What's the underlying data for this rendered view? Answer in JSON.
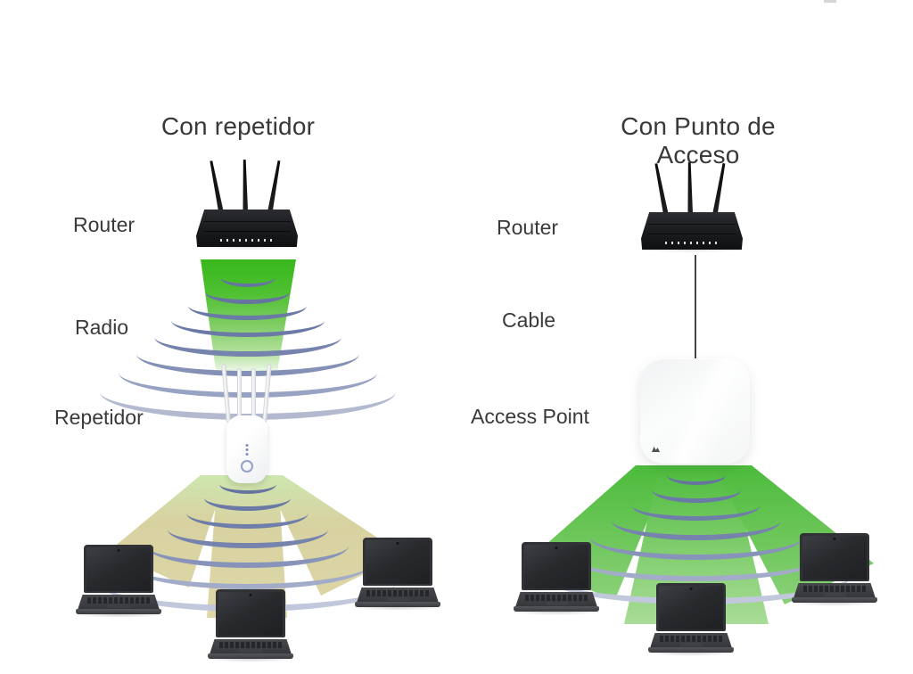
{
  "left_panel": {
    "title": "Con repetidor",
    "labels": {
      "router": "Router",
      "radio": "Radio",
      "repeater": "Repetidor"
    }
  },
  "right_panel": {
    "title": "Con Punto de Acceso",
    "labels": {
      "router": "Router",
      "cable": "Cable",
      "access_point": "Access Point"
    }
  },
  "colors": {
    "label_text": "#3a3a3a",
    "signal_green_strong": "#38b71c",
    "beam_green": "#5abf4a",
    "beam_khaki": "#d9d19e",
    "wave_slate": "#6e7caa",
    "device_dark": "#1a1b1e",
    "device_white": "#f7f8f9"
  },
  "icons": {
    "router": "wireless-router-3-antennas",
    "repeater": "wifi-range-extender",
    "access_point": "ceiling-access-point",
    "laptop": "laptop-computer",
    "radio_wave": "wifi-wave-arc",
    "cable": "ethernet-cable-line"
  }
}
